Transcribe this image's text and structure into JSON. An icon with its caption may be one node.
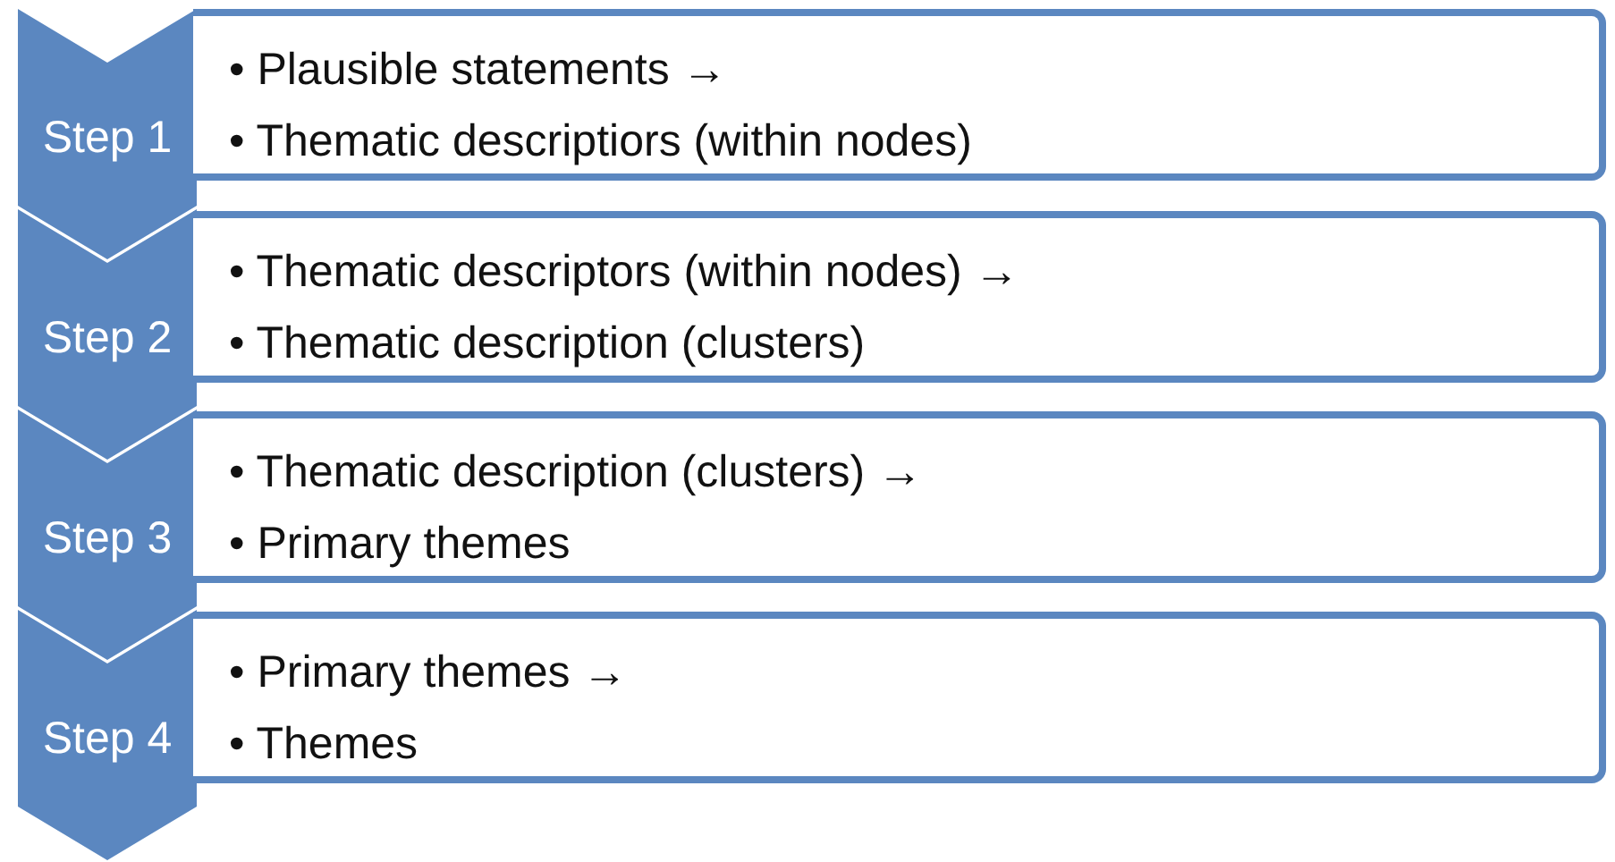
{
  "diagram": {
    "nodes": [
      {
        "text": [
          "Step 1"
        ]
      },
      {
        "text": [
          "• Plausible statements →",
          "• Thematic descriptiors (within nodes)"
        ]
      },
      {
        "text": [
          "Step 2"
        ]
      },
      {
        "text": [
          "• Thematic descriptors (within nodes) →",
          "• Thematic description (clusters)"
        ]
      },
      {
        "text": [
          "Step 3"
        ]
      },
      {
        "text": [
          "• Thematic description (clusters) →",
          "• Primary themes"
        ]
      },
      {
        "text": [
          "Step 4"
        ]
      },
      {
        "text": [
          "• Primary themes →",
          "• Themes"
        ]
      }
    ],
    "edges": []
  }
}
